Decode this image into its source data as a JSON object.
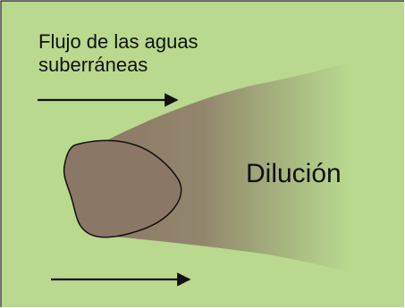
{
  "diagram": {
    "background_color": "#b8d98e",
    "plume_color": "#8b7766",
    "source_color": "#8b7766",
    "text_color": "#111111",
    "flow_label_line1": "Flujo de las aguas",
    "flow_label_line2": "suberráneas",
    "dilution_label": "Dilución"
  }
}
